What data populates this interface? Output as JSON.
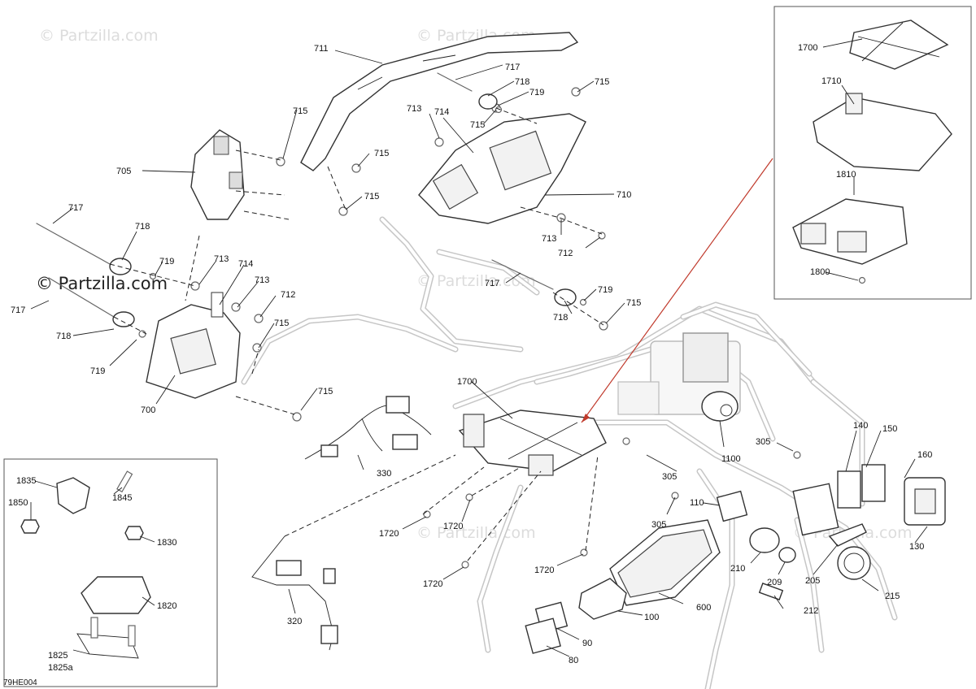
{
  "diagram_code": "79HE004",
  "watermark": "© Partzilla.com",
  "callouts": {
    "c711": "711",
    "c717a": "717",
    "c718a": "718",
    "c719a": "719",
    "c715a": "715",
    "c715b": "715",
    "c713a": "713",
    "c714a": "714",
    "c715c": "715",
    "c715d": "715",
    "c705": "705",
    "c710": "710",
    "c713b": "713",
    "c712a": "712",
    "c717b": "717",
    "c718b": "718",
    "c719b": "719",
    "c713c": "713",
    "c714b": "714",
    "c713d": "713",
    "c712b": "712",
    "c717c": "717",
    "c718c": "718",
    "c719c": "719",
    "c715e": "715",
    "c700": "700",
    "c715f": "715",
    "c717d": "717",
    "c719d": "719",
    "c718d": "718",
    "c715g": "715",
    "c1700a": "1700",
    "c1710": "1710",
    "c1810": "1810",
    "c1800": "1800",
    "c1700b": "1700",
    "c330": "330",
    "c305a": "305",
    "c1100": "1100",
    "c305b": "305",
    "c140": "140",
    "c150": "150",
    "c160": "160",
    "c110": "110",
    "c305c": "305",
    "c1720a": "1720",
    "c1720b": "1720",
    "c1720c": "1720",
    "c1720d": "1720",
    "c320": "320",
    "c600": "600",
    "c100": "100",
    "c90": "90",
    "c80": "80",
    "c210": "210",
    "c209": "209",
    "c205": "205",
    "c212": "212",
    "c215": "215",
    "c130": "130",
    "c1835": "1835",
    "c1845": "1845",
    "c1850": "1850",
    "c1830": "1830",
    "c1820": "1820",
    "c1825": "1825",
    "c1825a": "1825a"
  }
}
